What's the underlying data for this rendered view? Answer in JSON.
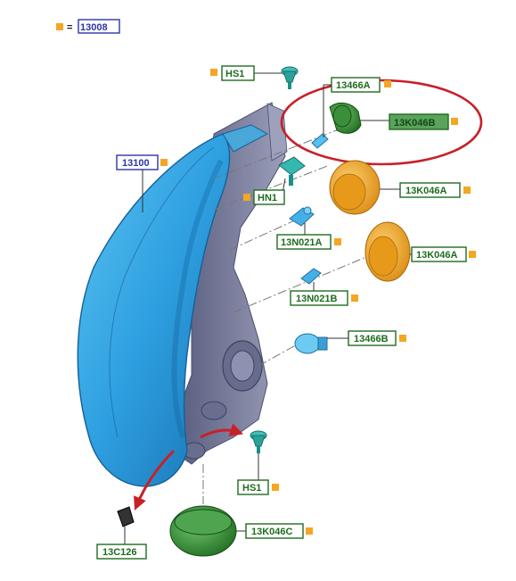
{
  "legend": {
    "equals": "=",
    "code": "13008"
  },
  "labels": {
    "hs1_top": "HS1",
    "p13466a": "13466A",
    "p13k046b": "13K046B",
    "p13100": "13100",
    "hn1": "HN1",
    "p13k046a_1": "13K046A",
    "p13n021a": "13N021A",
    "p13k046a_2": "13K046A",
    "p13n021b": "13N021B",
    "p13466b": "13466B",
    "hs1_bottom": "HS1",
    "p13k046c": "13K046C",
    "p13c126": "13C126"
  },
  "colors": {
    "housing_blue": "#2e9fe0",
    "housing_blue_dark": "#14609a",
    "body_gray": "#7b7f9c",
    "cap_orange": "#f0a020",
    "cap_green": "#2e8a2e",
    "callout_red": "#c82028",
    "marker_orange": "#f5a623",
    "label_blue": "#2a35a8",
    "label_green": "#1f6b1f",
    "highlight_green": "#5aa35a"
  }
}
